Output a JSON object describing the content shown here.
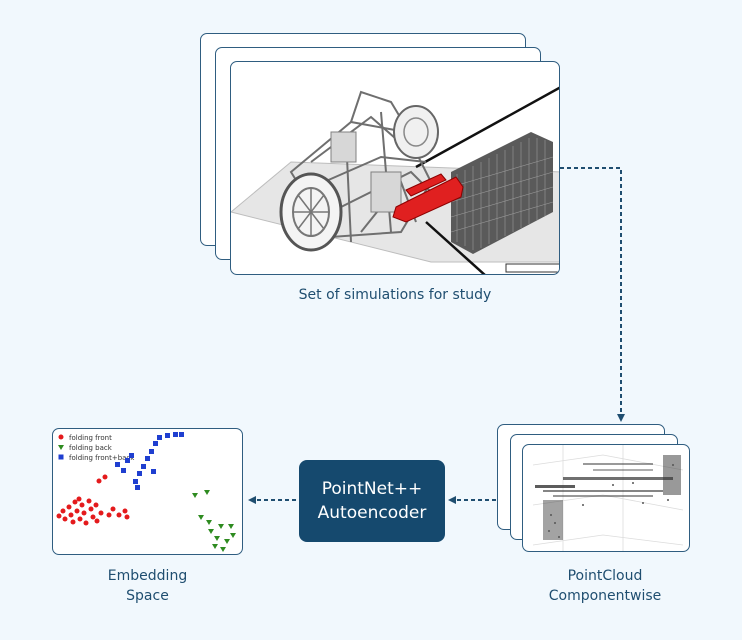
{
  "captions": {
    "simulations": "Set of simulations for study",
    "embedding_line1": "Embedding",
    "embedding_line2": "Space",
    "pointcloud_line1": "PointCloud",
    "pointcloud_line2": "Componentwise"
  },
  "model": {
    "line1": "PointNet++",
    "line2": "Autoencoder"
  },
  "legend": [
    {
      "label": "folding front",
      "color": "#e41a1c",
      "marker": "circle"
    },
    {
      "label": "folding back",
      "color": "#2e8b20",
      "marker": "triangle-down"
    },
    {
      "label": "folding front+back",
      "color": "#1f3fd0",
      "marker": "square"
    }
  ],
  "colors": {
    "accent": "#15496e",
    "border": "#2f5d80",
    "highlight_red": "#e02020",
    "background": "#f1f8fd"
  }
}
